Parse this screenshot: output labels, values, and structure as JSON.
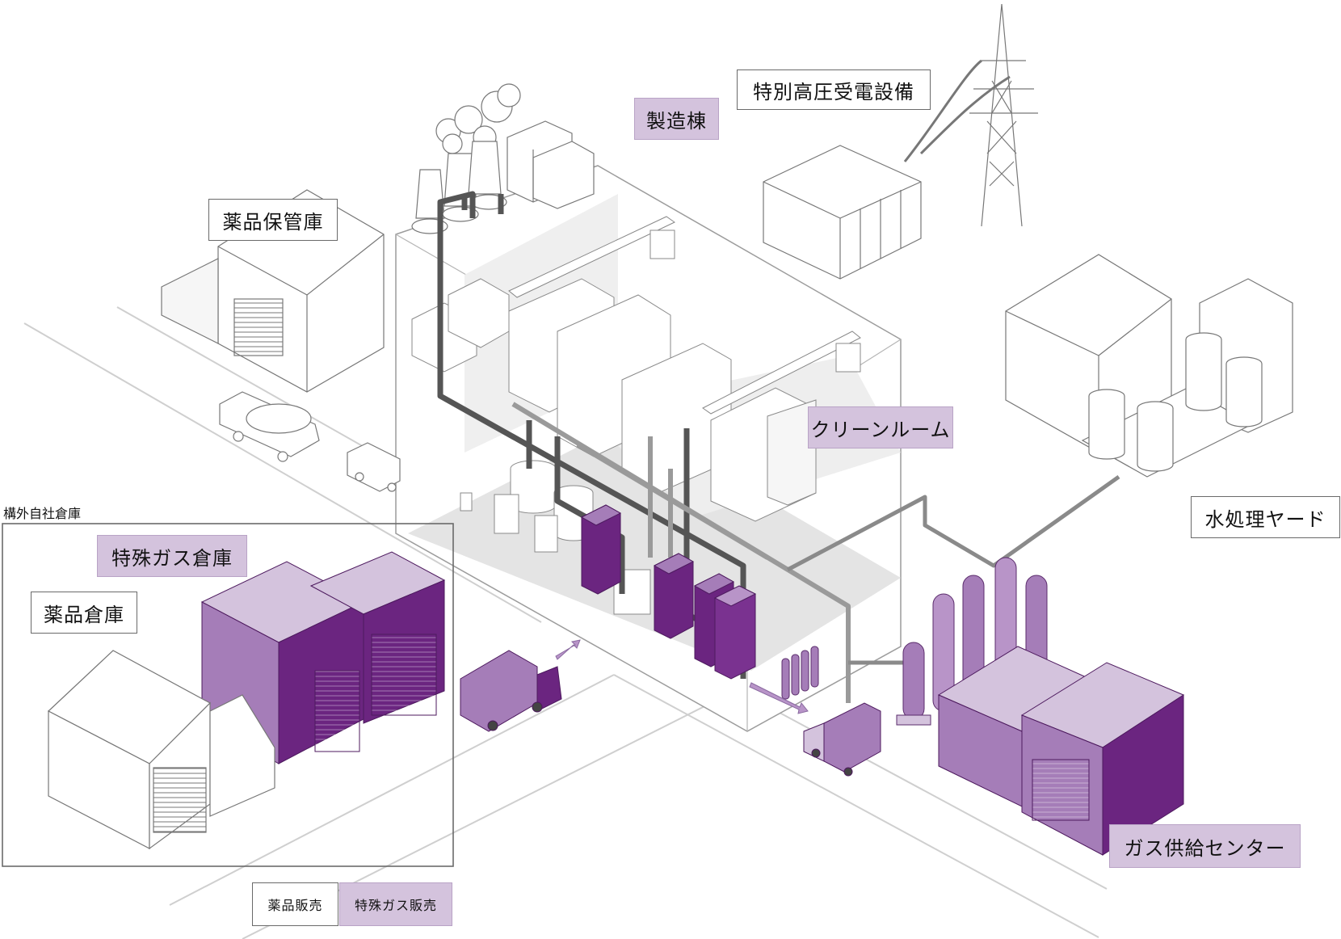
{
  "labels": {
    "tokubetsu_koatsu": "特別高圧受電設備",
    "seizo_to": "製造棟",
    "yakuhin_hokan_ko": "薬品保管庫",
    "clean_room": "クリーンルーム",
    "mizu_shori_yard": "水処理ヤード",
    "kogai_jisha_soko": "構外自社倉庫",
    "tokushu_gas_soko": "特殊ガス倉庫",
    "yakuhin_soko": "薬品倉庫",
    "gas_kyokyu_center": "ガス供給センター"
  },
  "legend": {
    "yakuhin_hanbai": "薬品販売",
    "tokushu_gas_hanbai": "特殊ガス販売"
  },
  "colors": {
    "purple_dark": "#6b2580",
    "purple_mid": "#a57db8",
    "purple_light": "#d4c3dd",
    "pipe_dark": "#555555",
    "pipe_light": "#9a9a9a",
    "floor_gray": "#e4e4e4"
  }
}
